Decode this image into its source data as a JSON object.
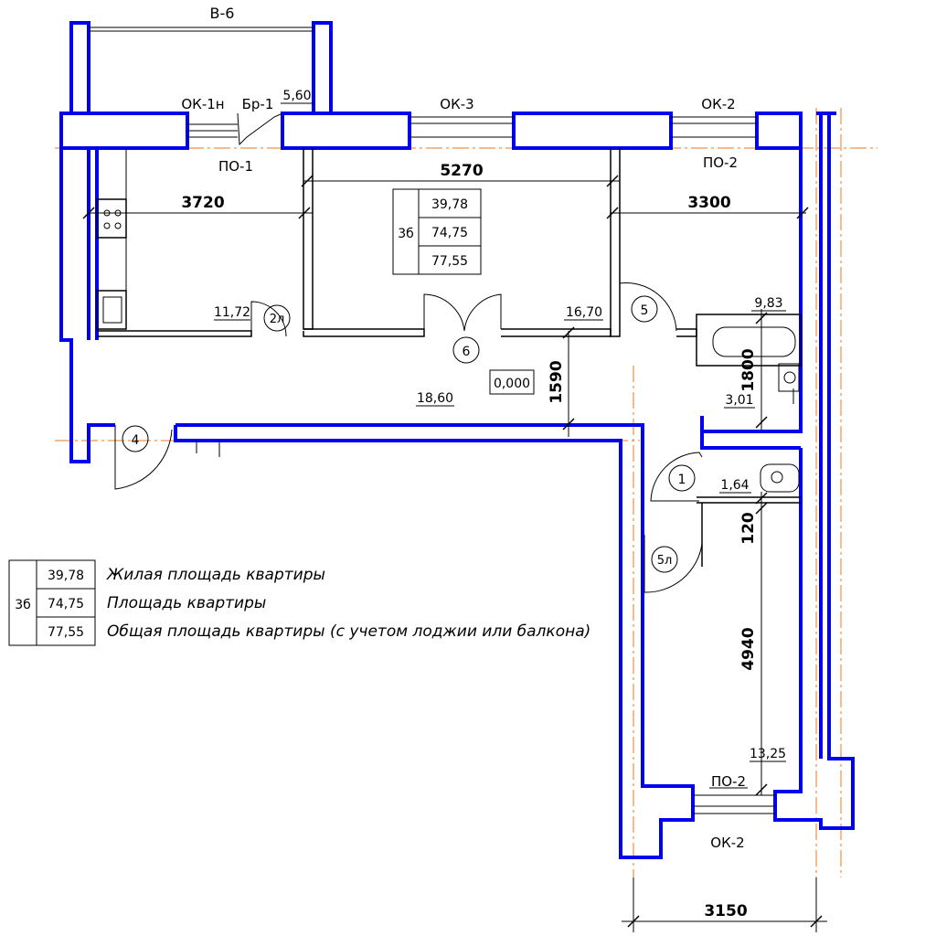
{
  "labels": {
    "balcony": "В-6",
    "window_ok1n": "ОК-1н",
    "door_br1": "Бр-1",
    "balcony_area": "5,60",
    "window_ok3": "ОК-3",
    "window_ok2_top": "ОК-2",
    "window_ok2_bottom": "ОК-2",
    "sill_po1": "ПО-1",
    "sill_po2_top": "ПО-2",
    "sill_po2_bottom": "ПО-2"
  },
  "dimensions": {
    "d3720": "3720",
    "d5270": "5270",
    "d3300": "3300",
    "d1590": "1590",
    "d1800": "1800",
    "d120": "120",
    "d4940": "4940",
    "d3150": "3150"
  },
  "areas": {
    "kitchen": "11,72",
    "living": "16,70",
    "hall": "18,60",
    "bath": "9,83",
    "wc_small": "3,01",
    "toilet": "1,64",
    "bedroom": "13,25",
    "level": "0,000"
  },
  "doors": {
    "d2l": "2л",
    "d6": "6",
    "d5": "5",
    "d4": "4",
    "d1": "1",
    "d5l": "5л"
  },
  "room_table": {
    "code": "3б",
    "living_area": "39,78",
    "apartment_area": "74,75",
    "total_area": "77,55"
  },
  "legend": {
    "code": "3б",
    "rows": [
      {
        "value": "39,78",
        "text": "Жилая площадь квартиры"
      },
      {
        "value": "74,75",
        "text": "Площадь квартиры"
      },
      {
        "value": "77,55",
        "text": "Общая площадь квартиры (с учетом лоджии или балкона)"
      }
    ]
  },
  "colors": {
    "walls": "#0000ee",
    "axes": "#f07a1a",
    "lines": "#000000"
  }
}
